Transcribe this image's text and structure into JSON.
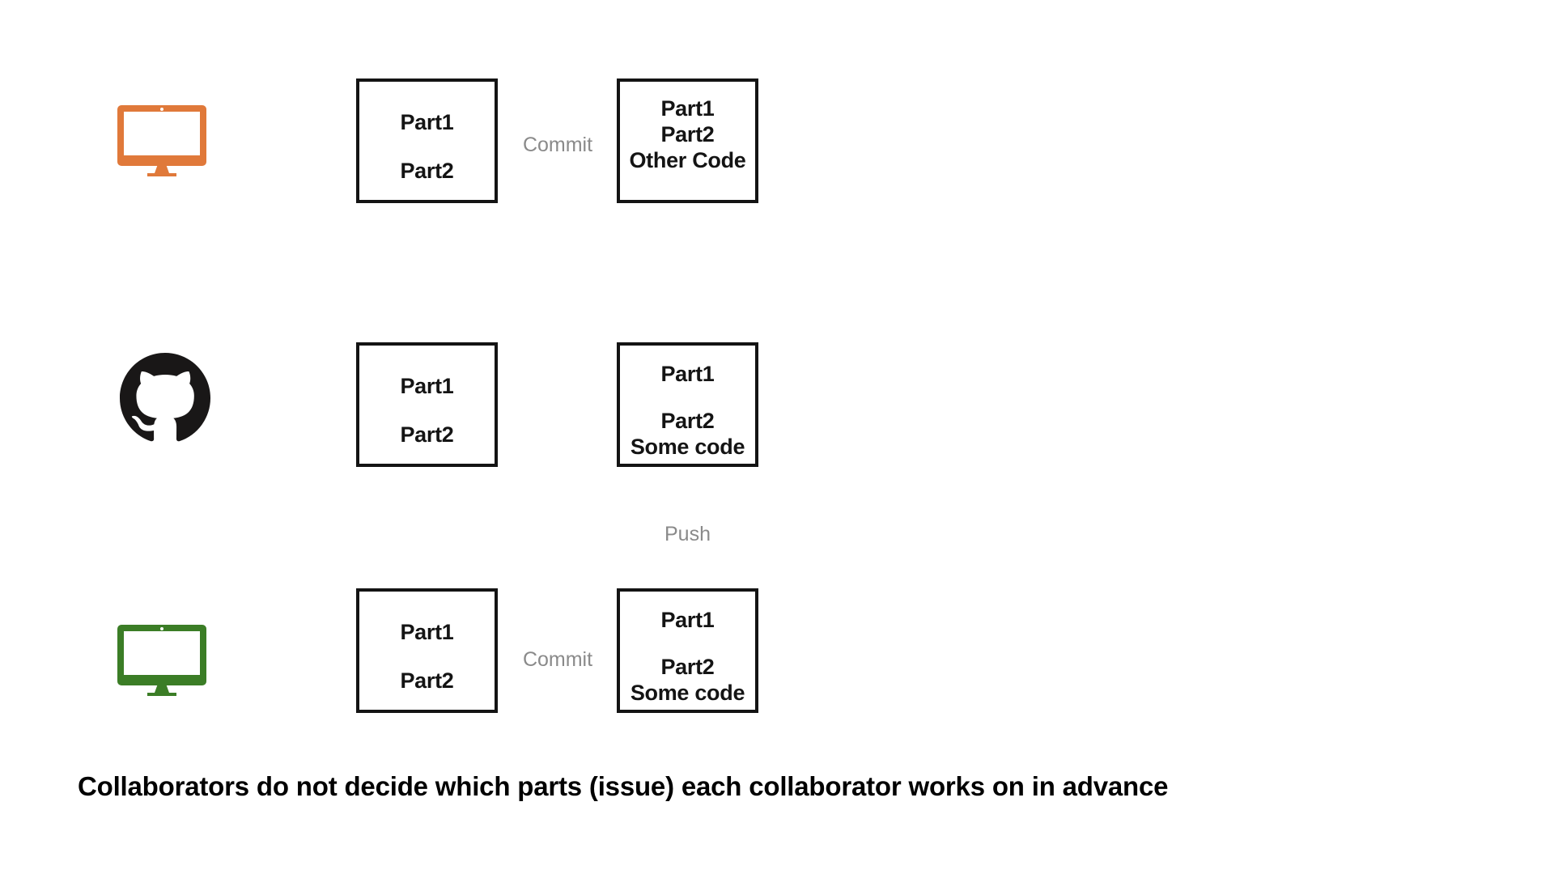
{
  "title": "Collaborators do not decide which parts (issue) each collaborator works on in advance",
  "push_action": "Push",
  "colors": {
    "machine_top_orange": "#E0793A",
    "machine_bottom_green": "#3B7D26",
    "github_black": "#191717",
    "action_label_gray": "#8A8A8A",
    "box_border_black": "#141414"
  },
  "rows": {
    "machine_top": {
      "icon": "desktop-monitor",
      "working_copy": {
        "line1": "Part1",
        "line2": "Part2"
      },
      "action": "Commit",
      "repo_copy": {
        "line1": "Part1",
        "line2": "Part2",
        "line3": "Other Code"
      }
    },
    "github_remote": {
      "icon": "github-octocat",
      "working_copy": {
        "line1": "Part1",
        "line2": "Part2"
      },
      "repo_copy": {
        "line1": "Part1",
        "line2": "Part2",
        "line3": "Some code"
      }
    },
    "machine_bottom": {
      "icon": "desktop-monitor",
      "working_copy": {
        "line1": "Part1",
        "line2": "Part2"
      },
      "action": "Commit",
      "repo_copy": {
        "line1": "Part1",
        "line2": "Part2",
        "line3": "Some code"
      }
    }
  }
}
